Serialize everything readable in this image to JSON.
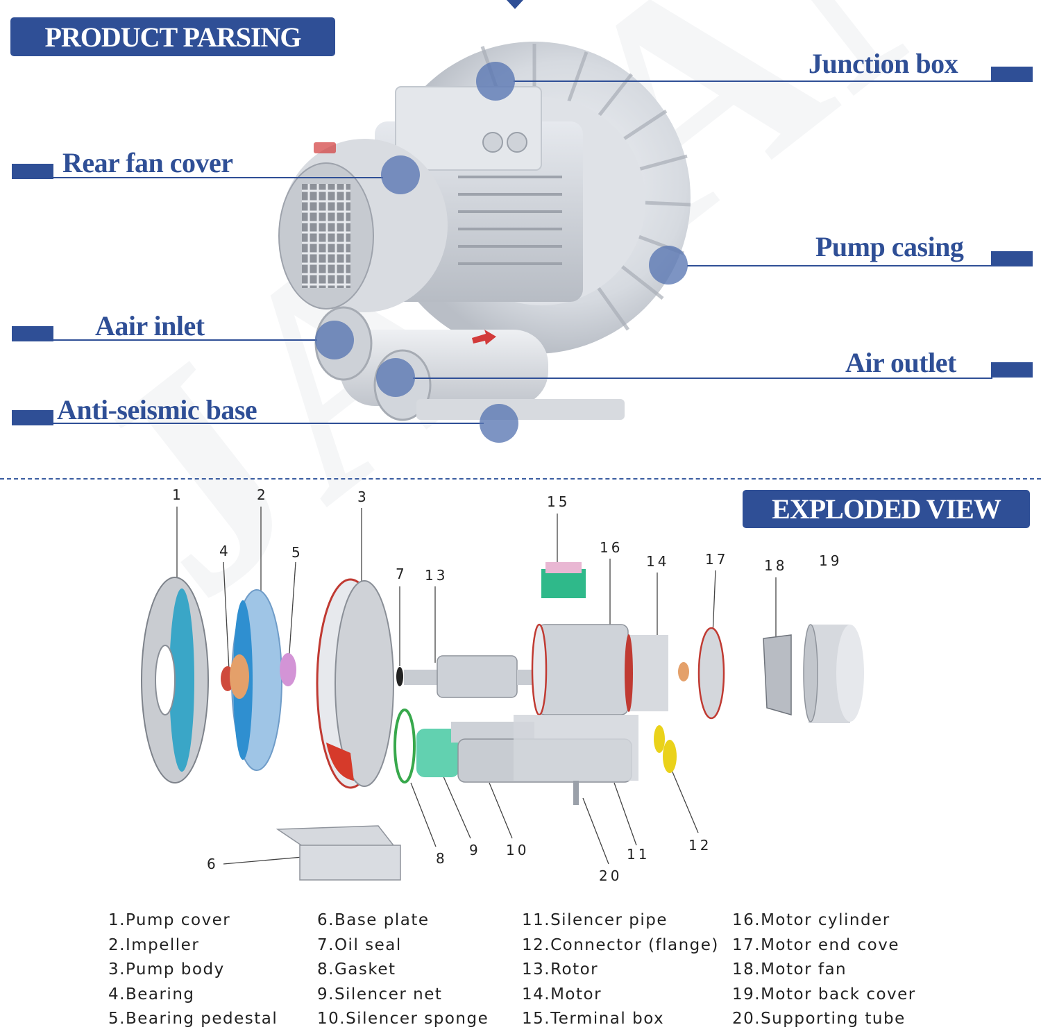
{
  "header": {
    "badge": "PRODUCT PARSING"
  },
  "callouts": {
    "junction_box": "Junction box",
    "rear_fan_cover": "Rear fan cover",
    "pump_casing": "Pump casing",
    "air_inlet": "Aair inlet",
    "air_outlet": "Air outlet",
    "anti_seismic_base": "Anti-seismic base"
  },
  "exploded": {
    "badge": "EXPLODED VIEW",
    "numbers": [
      "1",
      "2",
      "3",
      "4",
      "5",
      "6",
      "7",
      "8",
      "9",
      "10",
      "11",
      "12",
      "13",
      "14",
      "15",
      "16",
      "17",
      "18",
      "19",
      "20"
    ]
  },
  "legend": {
    "col1": [
      "1.Pump cover",
      "2.Impeller",
      "3.Pump body",
      "4.Bearing",
      "5.Bearing pedestal"
    ],
    "col2": [
      "6.Base plate",
      "7.Oil seal",
      "8.Gasket",
      "9.Silencer net",
      "10.Silencer sponge"
    ],
    "col3": [
      "11.Silencer pipe",
      "12.Connector (flange)",
      "13.Rotor",
      "14.Motor",
      "15.Terminal box"
    ],
    "col4": [
      "16.Motor cylinder",
      "17.Motor end cove",
      "18.Motor fan",
      "19.Motor back cover",
      "20.Supporting tube"
    ]
  },
  "watermark": "JAZANMM",
  "colors": {
    "brand_blue": "#2f4f96",
    "dot_blue": "#5876b2"
  },
  "icons": {
    "top_marker": "caret-down-icon"
  }
}
